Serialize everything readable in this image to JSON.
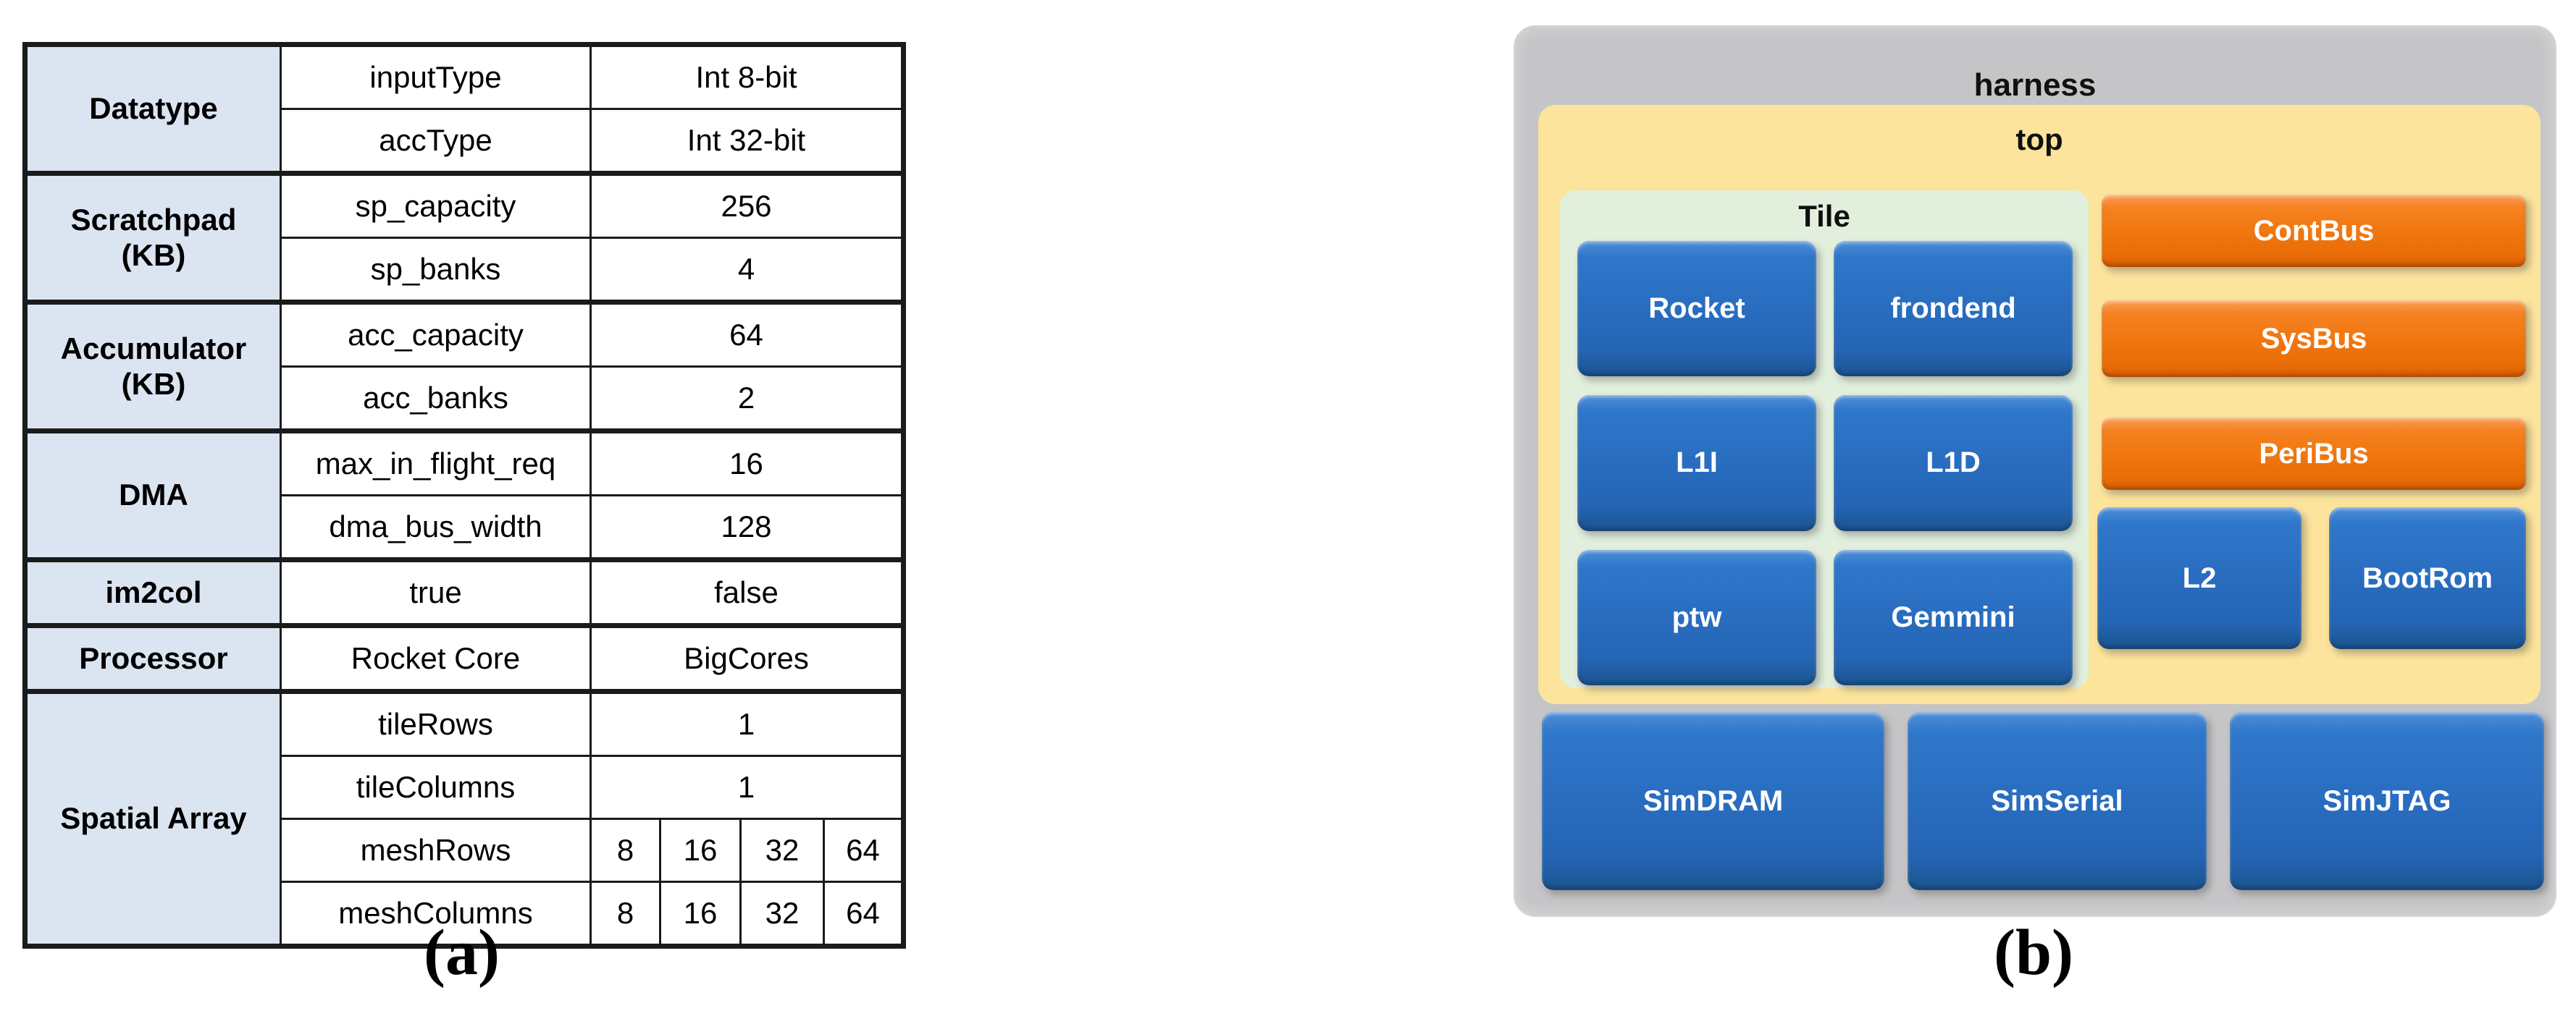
{
  "figure": {
    "panel_a_caption": "(a)",
    "panel_b_caption": "(b)"
  },
  "table": {
    "rows": [
      {
        "group": "Datatype",
        "param": "inputType",
        "value": "Int 8-bit"
      },
      {
        "param": "accType",
        "value": "Int 32-bit"
      },
      {
        "group": "Scratchpad\n(KB)",
        "param": "sp_capacity",
        "value": "256"
      },
      {
        "param": "sp_banks",
        "value": "4"
      },
      {
        "group": "Accumulator\n(KB)",
        "param": "acc_capacity",
        "value": "64"
      },
      {
        "param": "acc_banks",
        "value": "2"
      },
      {
        "group": "DMA",
        "param": "max_in_flight_req",
        "value": "16"
      },
      {
        "param": "dma_bus_width",
        "value": "128"
      },
      {
        "group": "im2col",
        "param": "true",
        "value": "false"
      },
      {
        "group": "Processor",
        "param": "Rocket Core",
        "value": "BigCores"
      },
      {
        "group": "Spatial Array",
        "param": "tileRows",
        "value": "1"
      },
      {
        "param": "tileColumns",
        "value": "1"
      },
      {
        "param": "meshRows",
        "values": [
          "8",
          "16",
          "32",
          "64"
        ]
      },
      {
        "param": "meshColumns",
        "values": [
          "8",
          "16",
          "32",
          "64"
        ]
      }
    ]
  },
  "diagram": {
    "harness_label": "harness",
    "top_label": "top",
    "tile_label": "Tile",
    "tile_blocks": [
      "Rocket",
      "frondend",
      "L1I",
      "L1D",
      "ptw",
      "Gemmini"
    ],
    "buses": [
      "ContBus",
      "SysBus",
      "PeriBus"
    ],
    "mem_blocks": [
      "L2",
      "BootRom"
    ],
    "sim_blocks": [
      "SimDRAM",
      "SimSerial",
      "SimJTAG"
    ]
  },
  "colors": {
    "block_blue": "#2a6ec1",
    "bus_orange": "#f1770f",
    "top_yellow": "#fce49c",
    "tile_green": "#e2efdd",
    "harness_gray": "#c5c5c7",
    "table_header_blue": "#dbe5f1",
    "border_black": "#1b1b1b"
  }
}
